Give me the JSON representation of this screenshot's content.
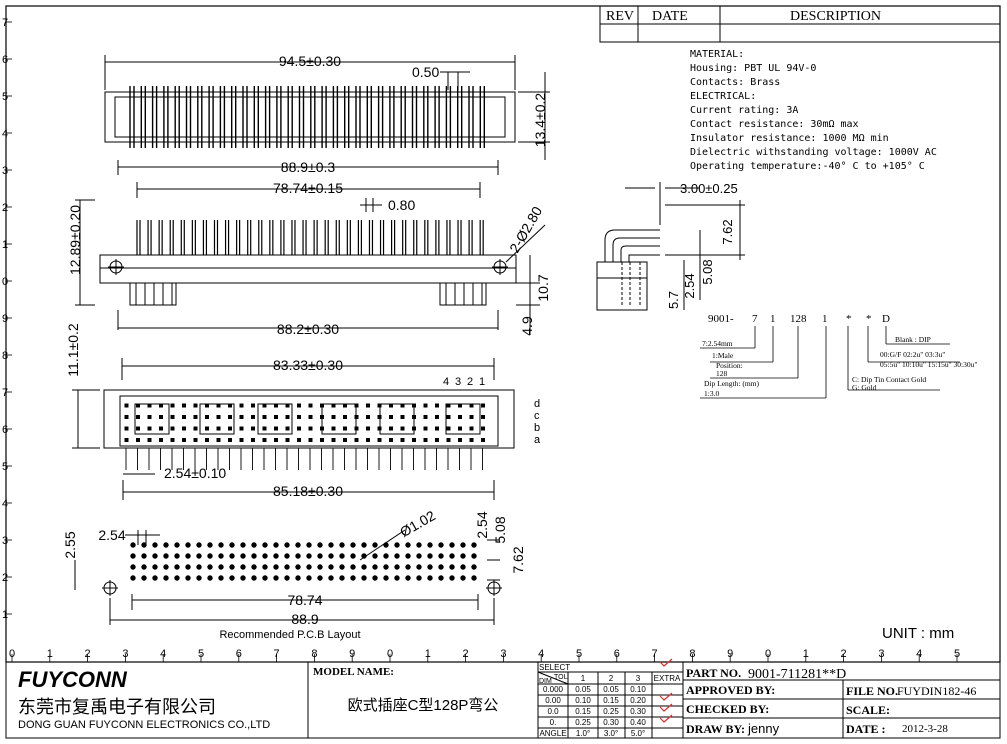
{
  "revision_block": {
    "rev_label": "REV",
    "date_label": "DATE",
    "description_label": "DESCRIPTION"
  },
  "specs": [
    "MATERIAL:",
    "Housing: PBT UL 94V-0",
    "Contacts: Brass",
    "ELECTRICAL:",
    "Current rating: 3A",
    "Contact resistance: 30mΩ  max",
    "Insulator resistance: 1000 MΩ  min",
    "Dielectric withstanding voltage: 1000V  AC",
    "Operating temperature:-40° C to +105° C"
  ],
  "dimensions": {
    "top_width": "94.5±0.30",
    "top_pitch": "0.50",
    "top_height": "13.4±0.2",
    "front_width": "88.9±0.3",
    "front_inner": "78.74±0.15",
    "front_pin": "0.80",
    "front_height": "12.89±0.20",
    "front_holes": "2-Ø2.80",
    "front_tail": "10.7",
    "front_stub": "4.9",
    "front_base": "88.2±0.30",
    "bottom_width": "83.33±0.30",
    "bottom_height": "11.1±0.2",
    "bottom_pitch": "2.54±0.10",
    "bottom_overall": "85.18±0.30",
    "row_labels": [
      "d",
      "c",
      "b",
      "a"
    ],
    "col_labels": [
      "4",
      "3",
      "2",
      "1"
    ],
    "pcb_pitch": "2.54",
    "pcb_hole": "Ø1.02",
    "pcb_left": "2.55",
    "pcb_right_a": "2.54",
    "pcb_right_b": "5.08",
    "pcb_right_c": "7.62",
    "pcb_inner": "78.74",
    "pcb_outer": "88.9",
    "pcb_caption": "Recommended P.C.B Layout",
    "side_top": "3.00±0.25",
    "side_762": "7.62",
    "side_508": "5.08",
    "side_254": "2.54",
    "side_57": "5.7"
  },
  "part_code": {
    "segments": [
      "9001-",
      "7",
      "1",
      "128",
      "1",
      "*",
      "*",
      "D"
    ],
    "notes": [
      "Blank : DIP",
      "00:G/F  02:2u\"  03:3u\"",
      "05:5u\"  10:10u\"  15:15u\" 30:30u\"",
      "C: Dip Tin Contact Gold",
      "G: Gold",
      "7:2.54mm",
      "1:Male",
      "Position:",
      "128",
      "Dip Length: (mm)",
      "1:3.0"
    ]
  },
  "unit": "UNIT  :  mm",
  "ruler": {
    "bottom": [
      "0",
      "1",
      "2",
      "3",
      "4",
      "5",
      "6",
      "7",
      "8",
      "9",
      "0",
      "1",
      "2",
      "3",
      "4",
      "5",
      "6",
      "7",
      "8",
      "9",
      "0",
      "1",
      "2",
      "3",
      "4",
      "5"
    ],
    "left": [
      "7",
      "6",
      "5",
      "4",
      "3",
      "2",
      "1",
      "0",
      "9",
      "8",
      "7",
      "6",
      "5",
      "4",
      "3",
      "2",
      "1"
    ]
  },
  "title_block": {
    "logo": "FUYCONN",
    "company_cn": "东莞市复禹电子有限公司",
    "company_en": "DONG GUAN FUYCONN ELECTRONICS CO.,LTD",
    "model_label": "MODEL NAME:",
    "model_name": "欧式插座C型128P弯公",
    "tol_select": "SELECT",
    "tol_dim": "DIM",
    "tol_tol": "TOL",
    "tol_cols": [
      "1",
      "2",
      "3",
      "EXTRA"
    ],
    "tol_rows": [
      [
        "0.000",
        "0.05",
        "0.05",
        "0.10"
      ],
      [
        "0.00",
        "0.10",
        "0.15",
        "0.20"
      ],
      [
        "0.0",
        "0.15",
        "0.25",
        "0.30"
      ],
      [
        "0.",
        "0.25",
        "0.30",
        "0.40"
      ],
      [
        "ANGLE",
        "1.0°",
        "3.0°",
        "5.0°"
      ]
    ],
    "part_no_label": "PART NO.",
    "part_no": "9001-711281**D",
    "approved_label": "APPROVED BY:",
    "checked_label": "CHECKED BY:",
    "draw_label": "DRAW BY:",
    "draw_by": "jenny",
    "file_label": "FILE NO.",
    "file_no": "FUYDIN182-46",
    "scale_label": "SCALE:",
    "date_label": "DATE :",
    "date": "2012-3-28"
  }
}
